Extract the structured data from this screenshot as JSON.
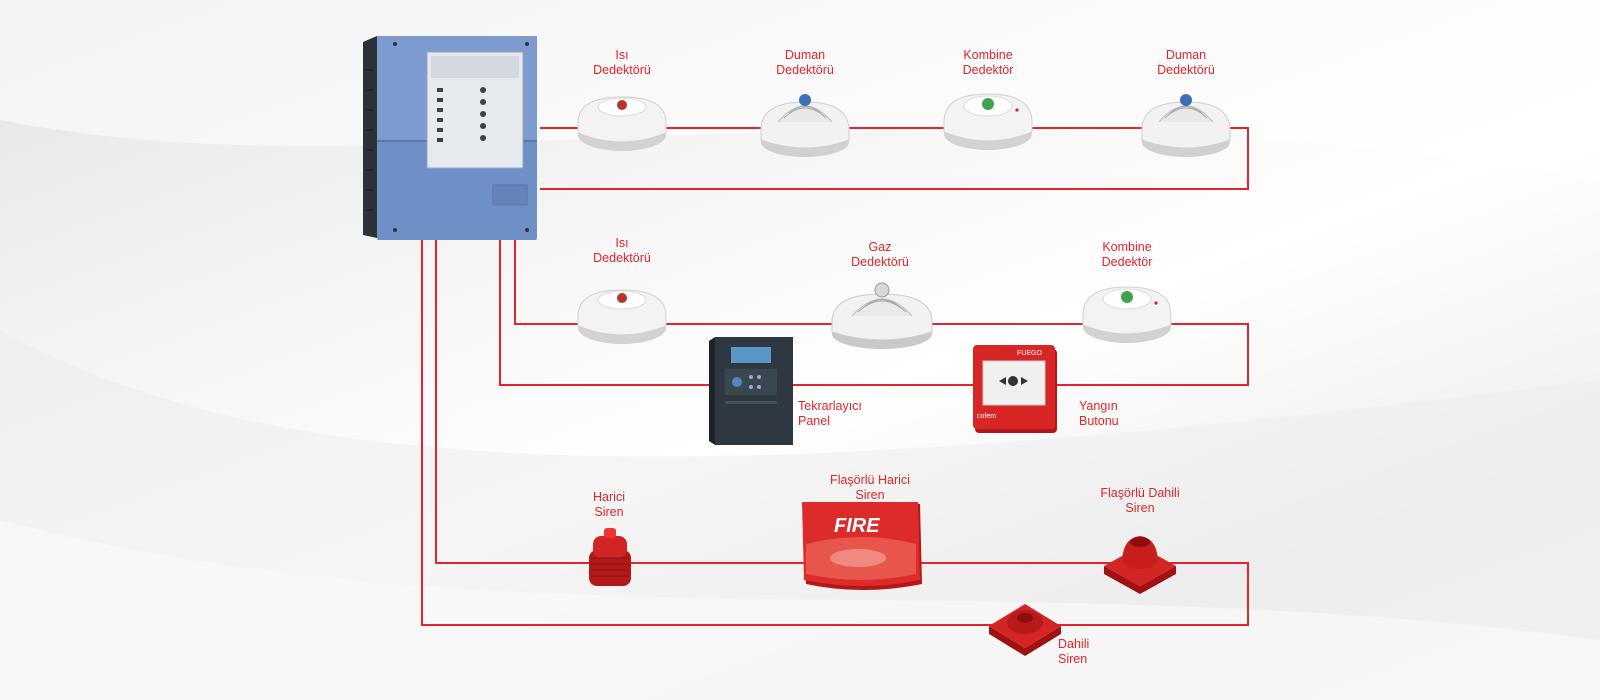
{
  "colors": {
    "wire": "#e3242b",
    "panel": "#6b8cc6",
    "label": "#e3242b"
  },
  "icons": {
    "main_panel": "fire-alarm-control-panel-icon",
    "repeater": "repeater-panel-icon",
    "heat": "heat-detector-icon",
    "smoke": "smoke-detector-icon",
    "combined": "combined-detector-icon",
    "gas": "gas-detector-icon",
    "call_point": "manual-call-point-icon",
    "ext_siren": "external-siren-icon",
    "flash_ext_siren": "flashing-external-siren-icon",
    "flash_int_siren": "flashing-internal-siren-icon",
    "int_siren": "internal-siren-icon"
  },
  "loop1": {
    "heat": "Isı\nDedektörü",
    "smoke1": "Duman\nDedektörü",
    "combined": "Kombine\nDedektör",
    "smoke2": "Duman\nDedektörü"
  },
  "loop2": {
    "heat": "Isı\nDedektörü",
    "gas": "Gaz\nDedektörü",
    "combined": "Kombine\nDedektör",
    "repeater": "Tekrarlayıcı\nPanel",
    "call_point": "Yangın\nButonu",
    "call_point_brand": "FUEGO",
    "call_point_maker": "cofem"
  },
  "sirens": {
    "external": "Harici\nSiren",
    "flash_external": "Flaşörlü Harici\nSiren",
    "flash_external_text": "FIRE",
    "flash_internal": "Flaşörlü Dahili\nSiren",
    "internal": "Dahili\nSiren"
  }
}
